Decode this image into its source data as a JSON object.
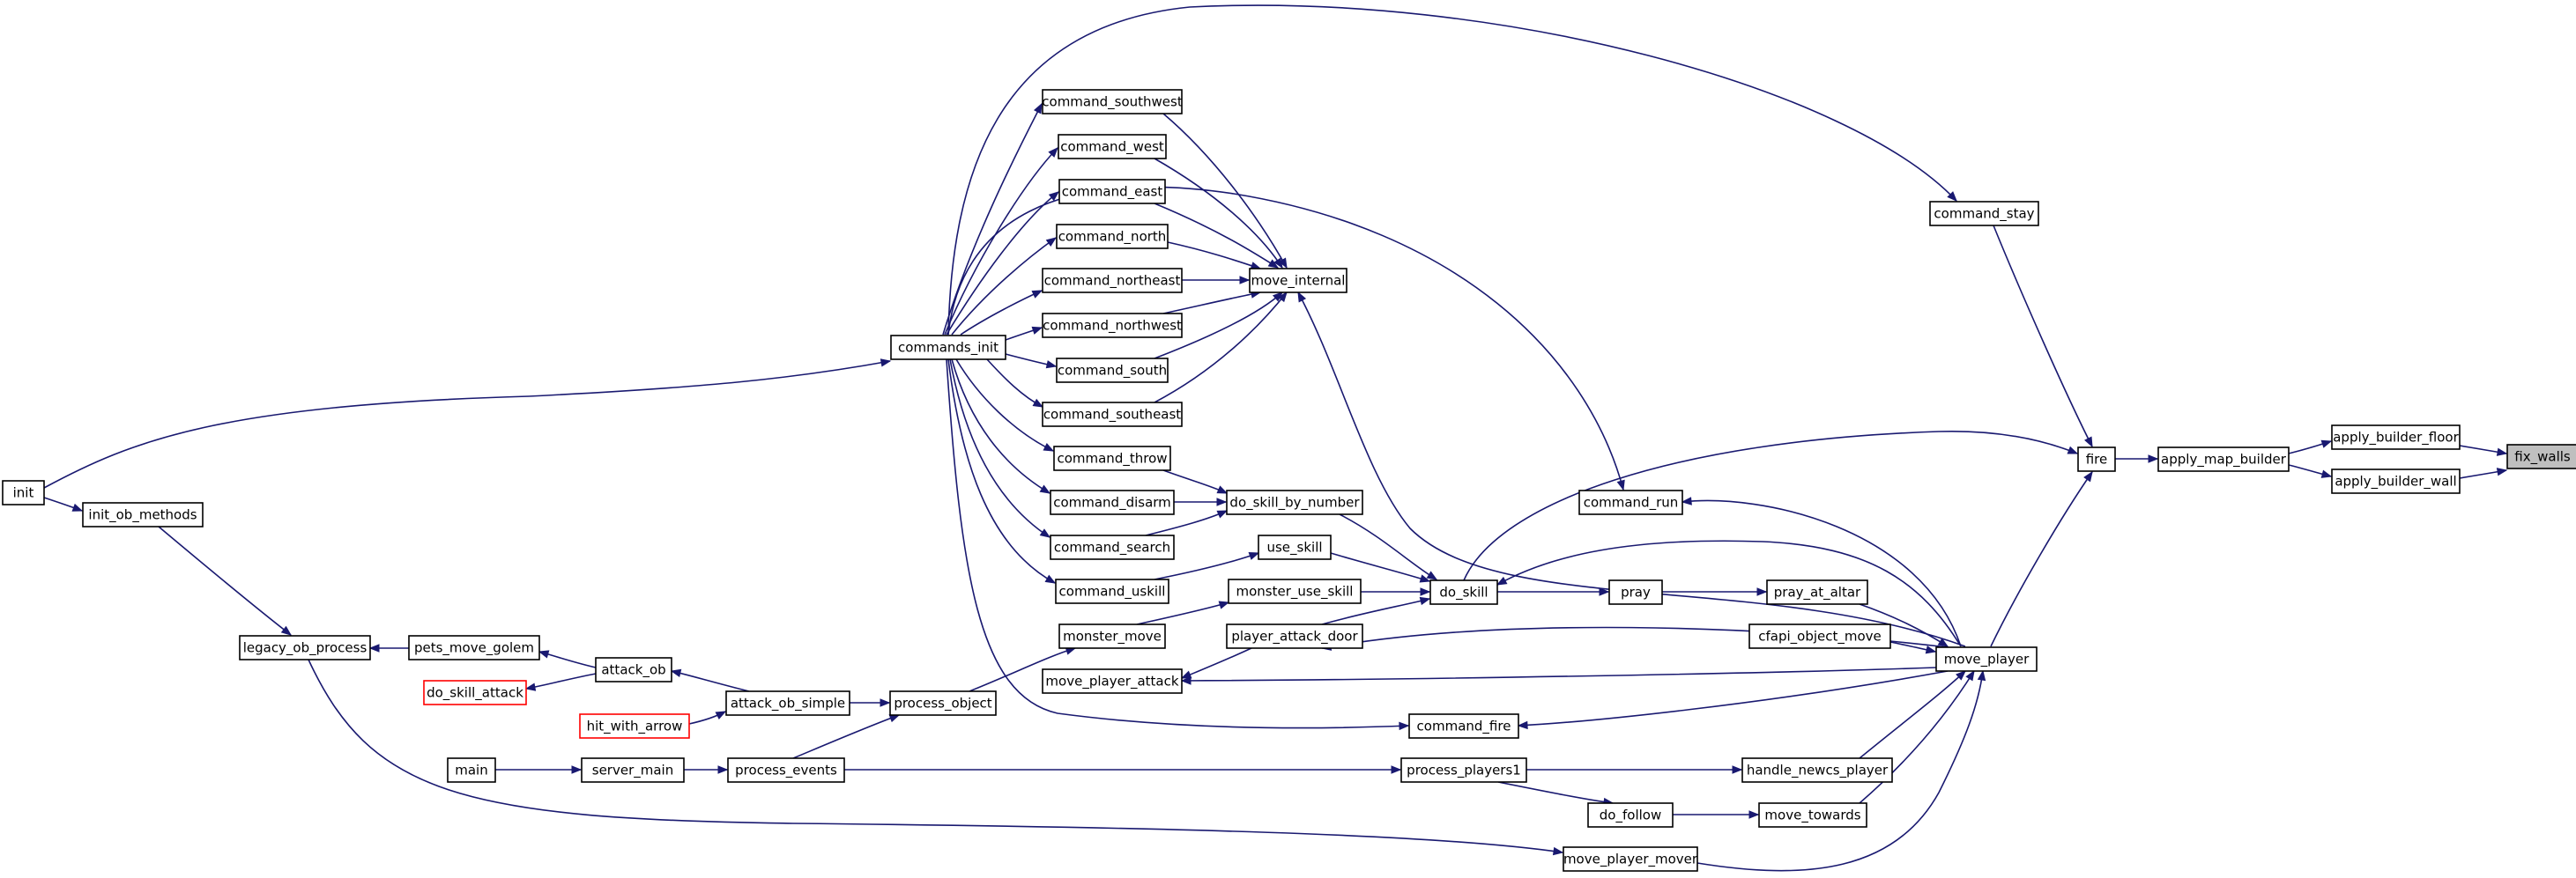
{
  "graph": {
    "edge_color": "#191970",
    "nodes": {
      "fix_walls": "fix_walls",
      "apply_builder_floor": "apply_builder_floor",
      "apply_builder_wall": "apply_builder_wall",
      "apply_map_builder": "apply_map_builder",
      "fire": "fire",
      "command_stay": "command_stay",
      "commands_init": "commands_init",
      "init": "init",
      "move_player": "move_player",
      "cfapi_object_move": "cfapi_object_move",
      "pray_at_altar": "pray_at_altar",
      "pray": "pray",
      "do_skill": "do_skill",
      "do_skill_by_number": "do_skill_by_number",
      "command_throw": "command_throw",
      "command_disarm": "command_disarm",
      "command_search": "command_search",
      "use_skill": "use_skill",
      "command_uskill": "command_uskill",
      "monster_use_skill": "monster_use_skill",
      "monster_move": "monster_move",
      "process_object": "process_object",
      "process_events": "process_events",
      "server_main": "server_main",
      "main": "main",
      "player_attack_door": "player_attack_door",
      "move_player_attack": "move_player_attack",
      "command_run": "command_run",
      "move_internal": "move_internal",
      "command_southwest": "command_southwest",
      "command_west": "command_west",
      "command_east": "command_east",
      "command_north": "command_north",
      "command_northeast": "command_northeast",
      "command_northwest": "command_northwest",
      "command_south": "command_south",
      "command_southeast": "command_southeast",
      "command_fire": "command_fire",
      "handle_newcs_player": "handle_newcs_player",
      "process_players1": "process_players1",
      "move_towards": "move_towards",
      "do_follow": "do_follow",
      "move_player_mover": "move_player_mover",
      "legacy_ob_process": "legacy_ob_process",
      "init_ob_methods": "init_ob_methods",
      "pets_move_golem": "pets_move_golem",
      "attack_ob": "attack_ob",
      "do_skill_attack": "do_skill_attack",
      "attack_ob_simple": "attack_ob_simple",
      "hit_with_arrow": "hit_with_arrow"
    }
  }
}
